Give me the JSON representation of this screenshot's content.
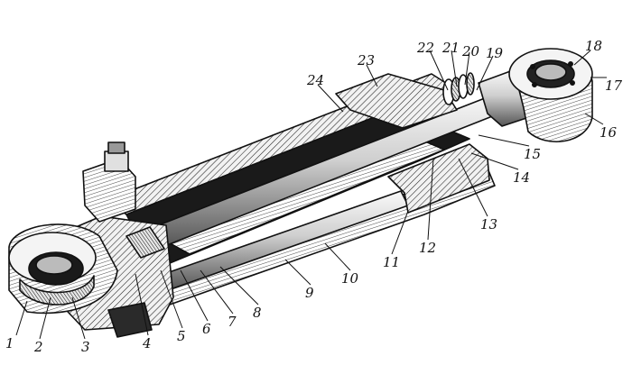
{
  "figure": {
    "callouts": [
      "1",
      "2",
      "3",
      "4",
      "5",
      "6",
      "7",
      "8",
      "9",
      "10",
      "11",
      "12",
      "13",
      "14",
      "15",
      "16",
      "17",
      "18",
      "19",
      "20",
      "21",
      "22",
      "23",
      "24"
    ]
  }
}
